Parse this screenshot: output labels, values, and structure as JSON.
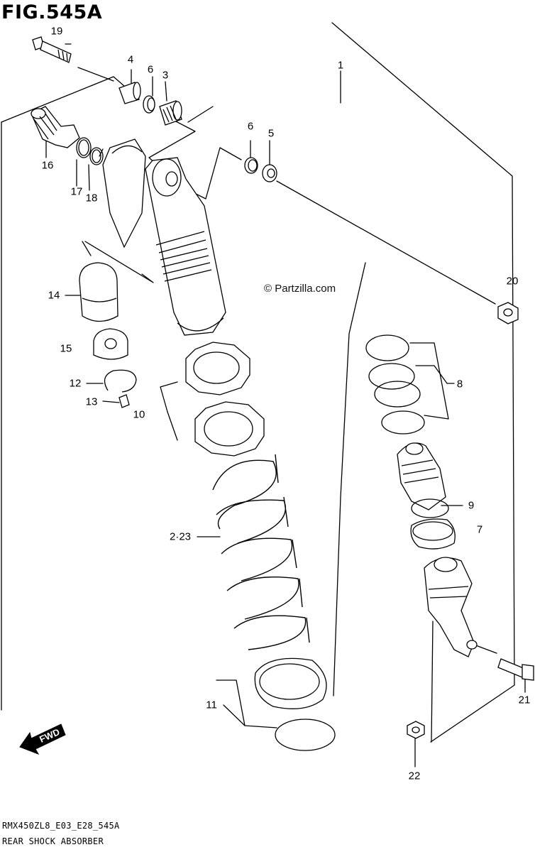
{
  "figure_title": "FIG.545A",
  "copyright": "© Partzilla.com",
  "direction_label": "FWD",
  "footer": {
    "model_code": "RMX450ZL8_E03_E28_545A",
    "section_name": "REAR SHOCK ABSORBER"
  },
  "callouts": {
    "c1": "1",
    "c2_23": "2·23",
    "c3": "3",
    "c4": "4",
    "c5": "5",
    "c6a": "6",
    "c6b": "6",
    "c7": "7",
    "c8": "8",
    "c9": "9",
    "c10": "10",
    "c11": "11",
    "c12": "12",
    "c13": "13",
    "c14": "14",
    "c15": "15",
    "c16": "16",
    "c17": "17",
    "c18": "18",
    "c19": "19",
    "c20": "20",
    "c21": "21",
    "c22": "22"
  }
}
